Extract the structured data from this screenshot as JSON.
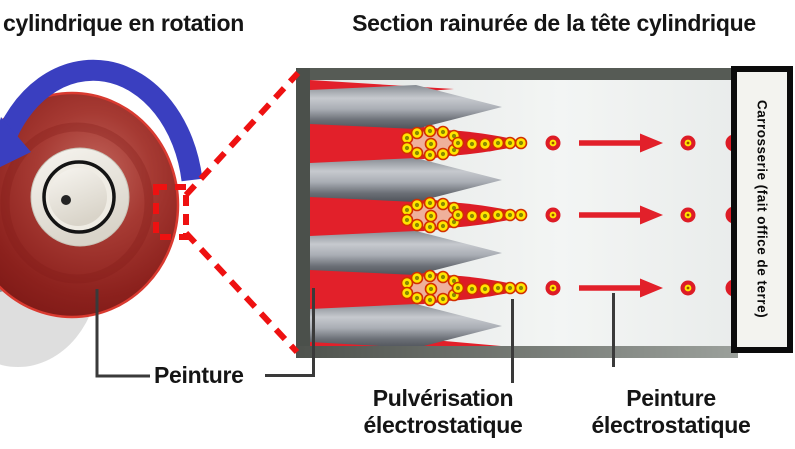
{
  "figure": {
    "title_left": "cylindrique en rotation",
    "title_right": "Section rainurée de la tête cylindrique",
    "labels": {
      "paint": "Peinture",
      "electrostatic_spray": "Pulvérisation\nélectrostatique",
      "electrostatic_paint": "Peinture\nélectrostatique",
      "car_body": "Carrosserie (fait office de terre)"
    },
    "colors": {
      "paint_red": "#e2202a",
      "droplet_red": "#dd1c26",
      "rotation_arrow_blue": "#3a3fc0",
      "callout_dashed_red": "#ee1111",
      "particle_yellow": "#ffe600",
      "tooth_gray": "#a9adb4",
      "panel_background": "#eef0ef",
      "panel_border_dark": "#50544f",
      "car_body_border": "#0b0b0b",
      "pointer_line": "#3a3a3a"
    },
    "icons": {
      "rotation_arrow": "curved-arrow-clockwise",
      "zoom_callout": "dashed-rectangle-with-leader-lines",
      "flow_arrow": "right-arrow"
    }
  }
}
